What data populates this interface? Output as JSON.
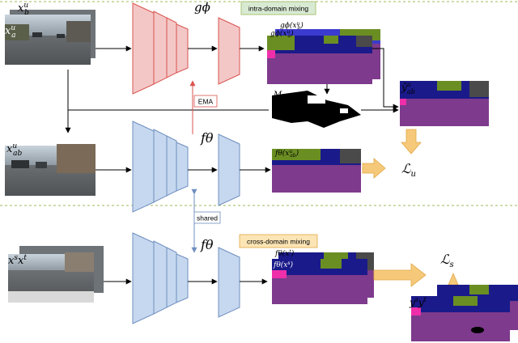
{
  "labels": {
    "g_phi": "gϕ",
    "intra_domain_mixing": "intra-domain mixing",
    "cross_domain_mixing": "cross-domain mixing",
    "ema": "EMA",
    "shared": "shared",
    "f_theta_top": "fθ",
    "f_theta_bottom": "fθ",
    "x_b_u": "x",
    "x_b_u_sup": "u",
    "x_b_u_sub": "b",
    "x_a_u": "x",
    "x_a_u_sup": "u",
    "x_a_u_sub": "a",
    "x_ab_u": "x",
    "x_ab_u_sup": "u",
    "x_ab_u_sub": "ab",
    "x_s": "x",
    "x_s_sup": "s",
    "x_t": "x",
    "x_t_sup": "t",
    "g_phi_xb": "gϕ(x",
    "g_phi_xa": "gϕ(x",
    "g_sup_u": "u",
    "g_sub_b": "b",
    "g_sub_a": "a",
    "close_paren": ")",
    "m_label": "M",
    "y_ab_u": "ŷ",
    "y_ab_u_sup": "u",
    "y_ab_u_sub": "ab",
    "f_xab": "fθ(x",
    "f_xab_sup": "u",
    "f_xab_sub": "ab",
    "f_xt": "fθ(x",
    "f_xt_sup": "t",
    "f_xs": "fθ(x",
    "f_xs_sup": "s",
    "loss_u": "ℒ",
    "loss_u_sub": "u",
    "loss_s": "ℒ",
    "loss_s_sub": "s",
    "y_s": "y",
    "y_s_sup": "s",
    "y_t": "y",
    "y_t_sup": "t"
  },
  "colors": {
    "teacher_fill": "#f4c7c7",
    "teacher_stroke": "#d9544f",
    "student_fill": "#c6d8ef",
    "student_stroke": "#6f8fbf",
    "divider": "#9bbb59",
    "intra_box": "#d9ead3",
    "cross_box": "#fce5b5",
    "arrow_orange": "#f6c97a",
    "seg_sky": "#3b3bd0",
    "seg_road": "#7e3a8c",
    "seg_veg": "#6b8e23",
    "seg_building": "#4a4a4a",
    "seg_car": "#1a1a8a",
    "seg_pink": "#ee2fa9"
  }
}
